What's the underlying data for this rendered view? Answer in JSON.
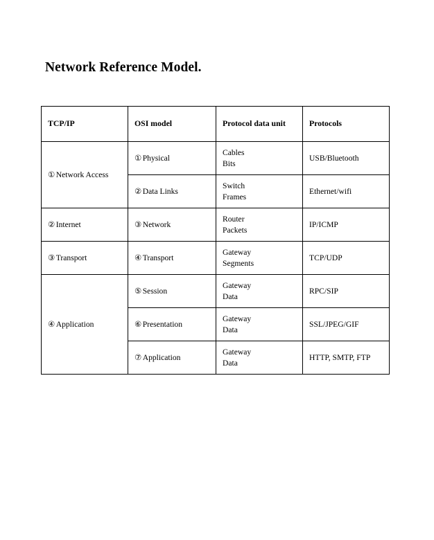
{
  "document": {
    "title": "Network Reference Model."
  },
  "table": {
    "headers": [
      "TCP/IP",
      "OSI model",
      "Protocol data unit",
      "Protocols"
    ],
    "tcpip_groups": [
      {
        "number": "①",
        "label": "Network Access",
        "rowspan": 2
      },
      {
        "number": "②",
        "label": "Internet",
        "rowspan": 1
      },
      {
        "number": "③",
        "label": "Transport",
        "rowspan": 1
      },
      {
        "number": "④",
        "label": "Application",
        "rowspan": 3
      }
    ],
    "rows": [
      {
        "osi_number": "①",
        "osi_label": "Physical",
        "pdu_line1": "Cables",
        "pdu_line2": "Bits",
        "protocols": "USB/Bluetooth"
      },
      {
        "osi_number": "②",
        "osi_label": "Data Links",
        "pdu_line1": "Switch",
        "pdu_line2": "Frames",
        "protocols": "Ethernet/wifi"
      },
      {
        "osi_number": "③",
        "osi_label": "Network",
        "pdu_line1": "Router",
        "pdu_line2": "Packets",
        "protocols": "IP/ICMP"
      },
      {
        "osi_number": "④",
        "osi_label": "Transport",
        "pdu_line1": "Gateway",
        "pdu_line2": "Segments",
        "protocols": "TCP/UDP"
      },
      {
        "osi_number": "⑤",
        "osi_label": "Session",
        "pdu_line1": "Gateway",
        "pdu_line2": "Data",
        "protocols": "RPC/SIP"
      },
      {
        "osi_number": "⑥",
        "osi_label": "Presentation",
        "pdu_line1": "Gateway",
        "pdu_line2": "Data",
        "protocols": "SSL/JPEG/GIF"
      },
      {
        "osi_number": "⑦",
        "osi_label": "Application",
        "pdu_line1": "Gateway",
        "pdu_line2": "Data",
        "protocols": "HTTP, SMTP, FTP"
      }
    ]
  }
}
